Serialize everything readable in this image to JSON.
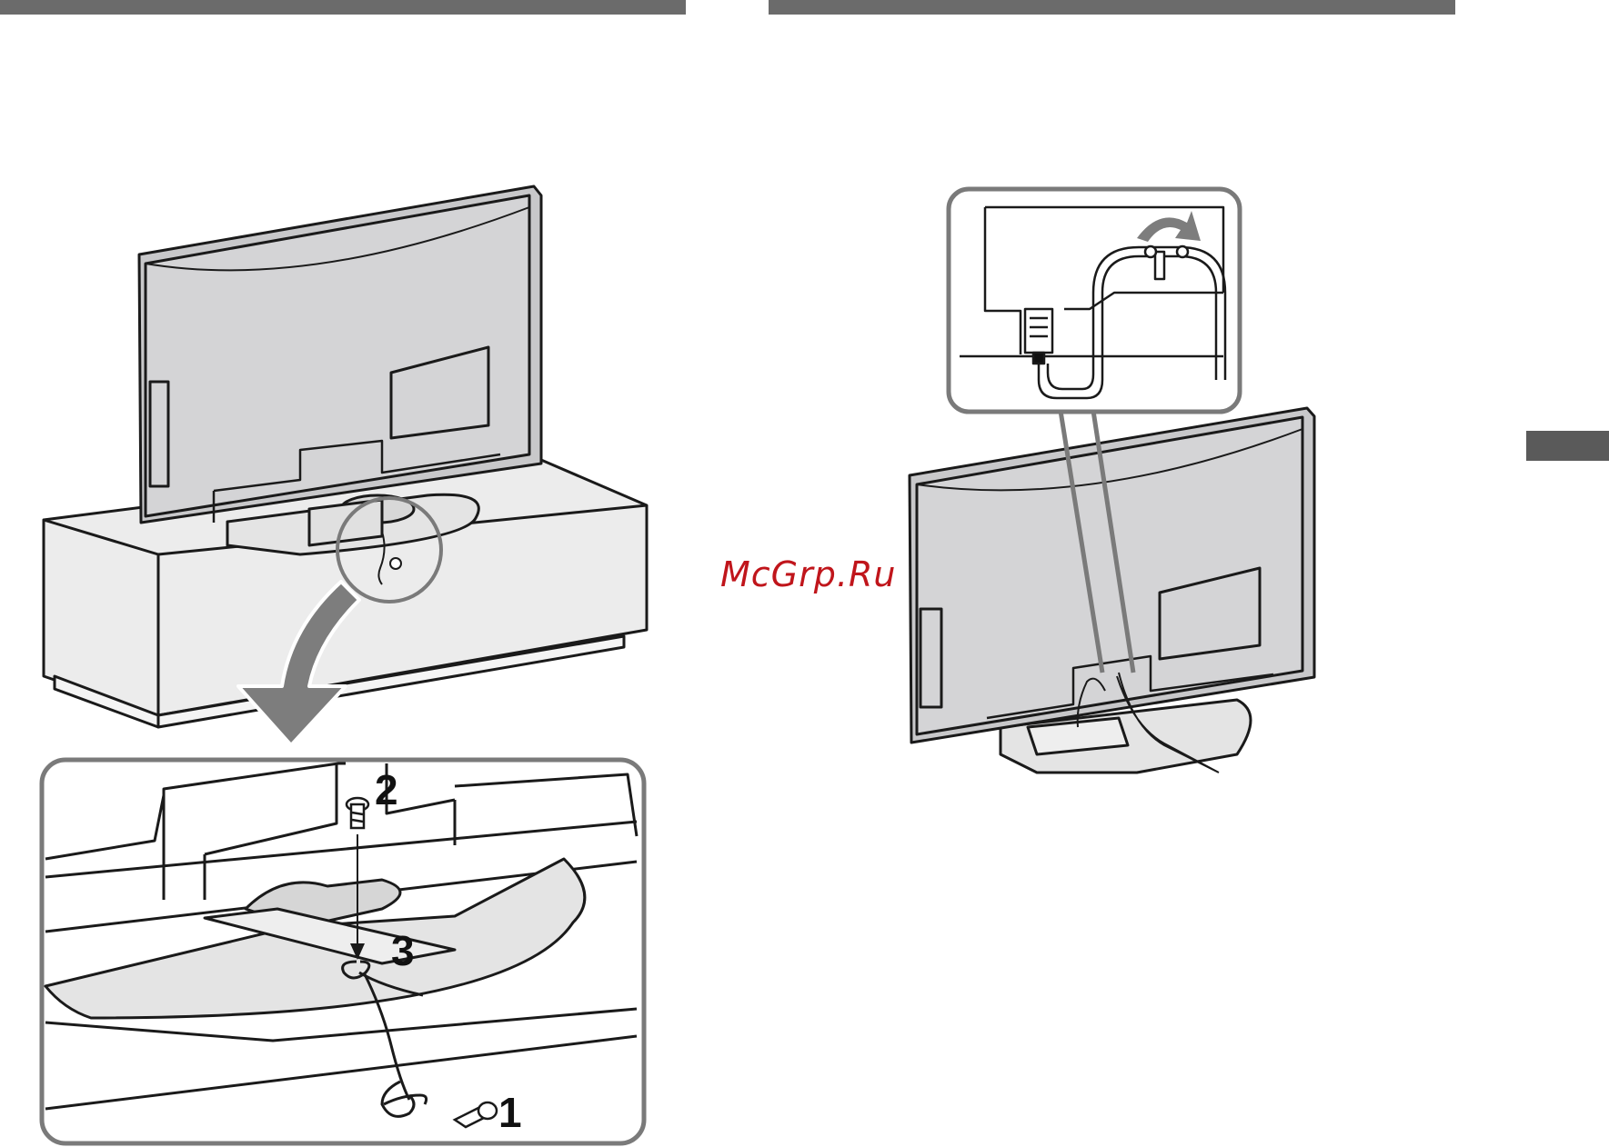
{
  "watermark": {
    "text": "McGrp.Ru",
    "color": "#c0151b"
  },
  "steps": {
    "one": "1",
    "two": "2",
    "three": "3"
  },
  "colors": {
    "rule": "#6b6b6b",
    "tv_fill": "#d4d4d6",
    "cabinet_fill": "#ececec",
    "line": "#1a1a1a",
    "callout_border": "#7a7a7a"
  },
  "figures": [
    {
      "id": "left",
      "subject": "tv-on-cabinet-secured-with-cord-and-screws"
    },
    {
      "id": "right",
      "subject": "tv-rear-with-power-cord-holder"
    }
  ]
}
